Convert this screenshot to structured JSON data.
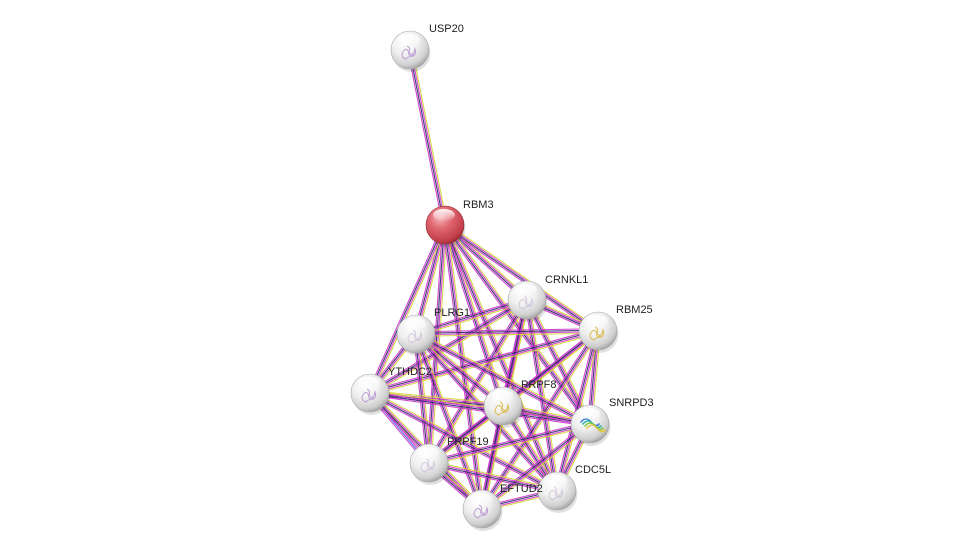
{
  "colors": {
    "background": "#ffffff",
    "query_node": "#d9535f",
    "partner_node": "#e8e8e8",
    "edge_magenta": "#cc33cc",
    "edge_yellow": "#d4d43a",
    "edge_dark": "#2a2a66",
    "edge_blue": "#4a66dd",
    "label_text": "#222222"
  },
  "nodes": [
    {
      "id": "USP20",
      "label": "USP20",
      "kind": "partner",
      "structure_icon": "protein-structure-purple"
    },
    {
      "id": "RBM3",
      "label": "RBM3",
      "kind": "query",
      "structure_icon": "none"
    },
    {
      "id": "CRNKL1",
      "label": "CRNKL1",
      "kind": "partner",
      "structure_icon": "protein-structure-faint"
    },
    {
      "id": "RBM25",
      "label": "RBM25",
      "kind": "partner",
      "structure_icon": "protein-structure-yellow"
    },
    {
      "id": "PLRG1",
      "label": "PLRG1",
      "kind": "partner",
      "structure_icon": "protein-structure-faint"
    },
    {
      "id": "YTHDC2",
      "label": "YTHDC2",
      "kind": "partner",
      "structure_icon": "protein-structure-purple"
    },
    {
      "id": "PRPF8",
      "label": "PRPF8",
      "kind": "partner",
      "structure_icon": "protein-structure-yellow"
    },
    {
      "id": "SNRPD3",
      "label": "SNRPD3",
      "kind": "partner",
      "structure_icon": "protein-structure-rainbow"
    },
    {
      "id": "PRPF19",
      "label": "PRPF19",
      "kind": "partner",
      "structure_icon": "protein-structure-faint"
    },
    {
      "id": "CDC5L",
      "label": "CDC5L",
      "kind": "partner",
      "structure_icon": "protein-structure-faint"
    },
    {
      "id": "EFTUD2",
      "label": "EFTUD2",
      "kind": "partner",
      "structure_icon": "protein-structure-purple"
    }
  ],
  "edges": [
    [
      "USP20",
      "RBM3"
    ],
    [
      "RBM3",
      "CRNKL1"
    ],
    [
      "RBM3",
      "RBM25"
    ],
    [
      "RBM3",
      "PLRG1"
    ],
    [
      "RBM3",
      "YTHDC2"
    ],
    [
      "RBM3",
      "PRPF8"
    ],
    [
      "RBM3",
      "SNRPD3"
    ],
    [
      "RBM3",
      "PRPF19"
    ],
    [
      "RBM3",
      "CDC5L"
    ],
    [
      "RBM3",
      "EFTUD2"
    ],
    [
      "CRNKL1",
      "RBM25"
    ],
    [
      "CRNKL1",
      "PLRG1"
    ],
    [
      "CRNKL1",
      "YTHDC2"
    ],
    [
      "CRNKL1",
      "PRPF8"
    ],
    [
      "CRNKL1",
      "SNRPD3"
    ],
    [
      "CRNKL1",
      "PRPF19"
    ],
    [
      "CRNKL1",
      "CDC5L"
    ],
    [
      "CRNKL1",
      "EFTUD2"
    ],
    [
      "RBM25",
      "PLRG1"
    ],
    [
      "RBM25",
      "YTHDC2"
    ],
    [
      "RBM25",
      "PRPF8"
    ],
    [
      "RBM25",
      "SNRPD3"
    ],
    [
      "RBM25",
      "PRPF19"
    ],
    [
      "RBM25",
      "CDC5L"
    ],
    [
      "RBM25",
      "EFTUD2"
    ],
    [
      "PLRG1",
      "YTHDC2"
    ],
    [
      "PLRG1",
      "PRPF8"
    ],
    [
      "PLRG1",
      "SNRPD3"
    ],
    [
      "PLRG1",
      "PRPF19"
    ],
    [
      "PLRG1",
      "CDC5L"
    ],
    [
      "PLRG1",
      "EFTUD2"
    ],
    [
      "YTHDC2",
      "PRPF8"
    ],
    [
      "YTHDC2",
      "SNRPD3"
    ],
    [
      "YTHDC2",
      "PRPF19"
    ],
    [
      "YTHDC2",
      "CDC5L"
    ],
    [
      "YTHDC2",
      "EFTUD2"
    ],
    [
      "PRPF8",
      "SNRPD3"
    ],
    [
      "PRPF8",
      "PRPF19"
    ],
    [
      "PRPF8",
      "CDC5L"
    ],
    [
      "PRPF8",
      "EFTUD2"
    ],
    [
      "SNRPD3",
      "PRPF19"
    ],
    [
      "SNRPD3",
      "CDC5L"
    ],
    [
      "SNRPD3",
      "EFTUD2"
    ],
    [
      "PRPF19",
      "CDC5L"
    ],
    [
      "PRPF19",
      "EFTUD2"
    ],
    [
      "CDC5L",
      "EFTUD2"
    ]
  ]
}
